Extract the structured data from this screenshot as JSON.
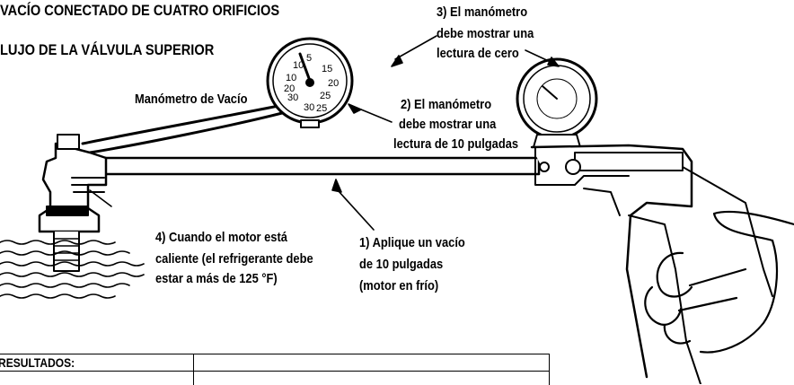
{
  "title": {
    "line1": "VACÍO CONECTADO DE CUATRO ORIFICIOS",
    "line2": "LUJO DE LA VÁLVULA SUPERIOR"
  },
  "labels": {
    "gauge_name": "Manómetro de Vacío",
    "step3": [
      "3) El manómetro",
      "debe mostrar una",
      "lectura de cero"
    ],
    "step2": [
      "2) El manómetro",
      "debe mostrar una",
      "lectura de 10 pulgadas"
    ],
    "step4": [
      "4) Cuando el motor está",
      "caliente (el refrigerante debe",
      "estar a más de 125 °F)"
    ],
    "step1": [
      "1) Aplique un vacío",
      "de 10 pulgadas",
      "(motor en frío)"
    ]
  },
  "gauge_scale": [
    "5",
    "10",
    "15",
    "20",
    "25",
    "30",
    "30",
    "25",
    "20",
    "10"
  ],
  "results_table": {
    "header": "RESULTADOS:"
  }
}
